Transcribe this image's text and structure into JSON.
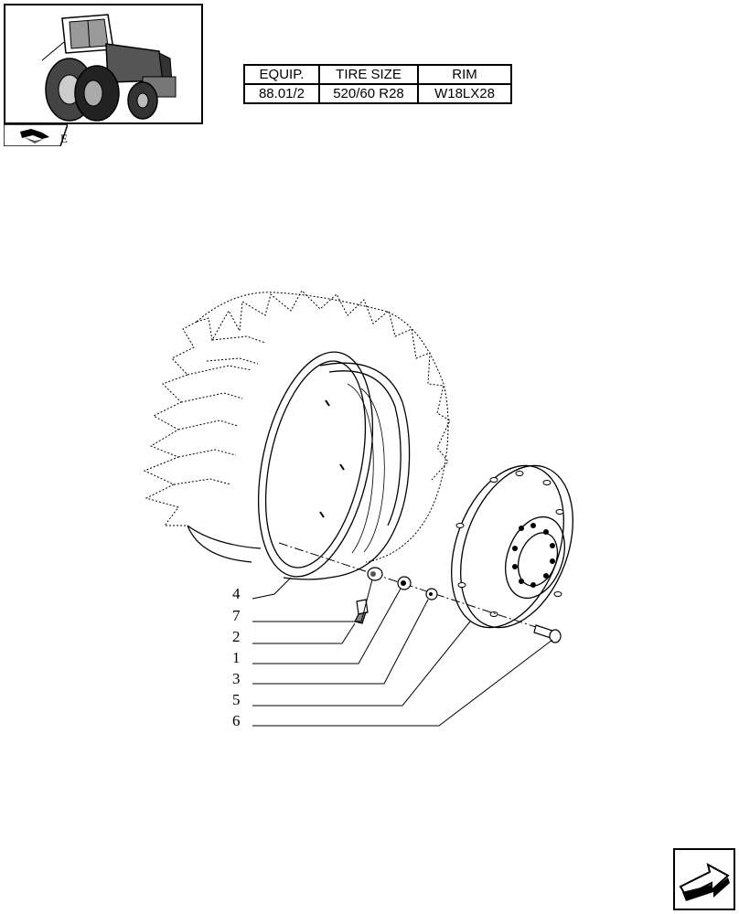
{
  "spec_table": {
    "headers": [
      "EQUIP.",
      "TIRE SIZE",
      "RIM"
    ],
    "row": [
      "88.01/2",
      "520/60 R28",
      "W18LX28"
    ]
  },
  "thumbnail": {
    "tab_label": "E"
  },
  "callouts": [
    "4",
    "7",
    "2",
    "1",
    "3",
    "5",
    "6"
  ],
  "icons": {
    "thumbnail": "tractor-icon",
    "tab": "book-arrow-icon",
    "next": "next-page-arrow-icon"
  }
}
